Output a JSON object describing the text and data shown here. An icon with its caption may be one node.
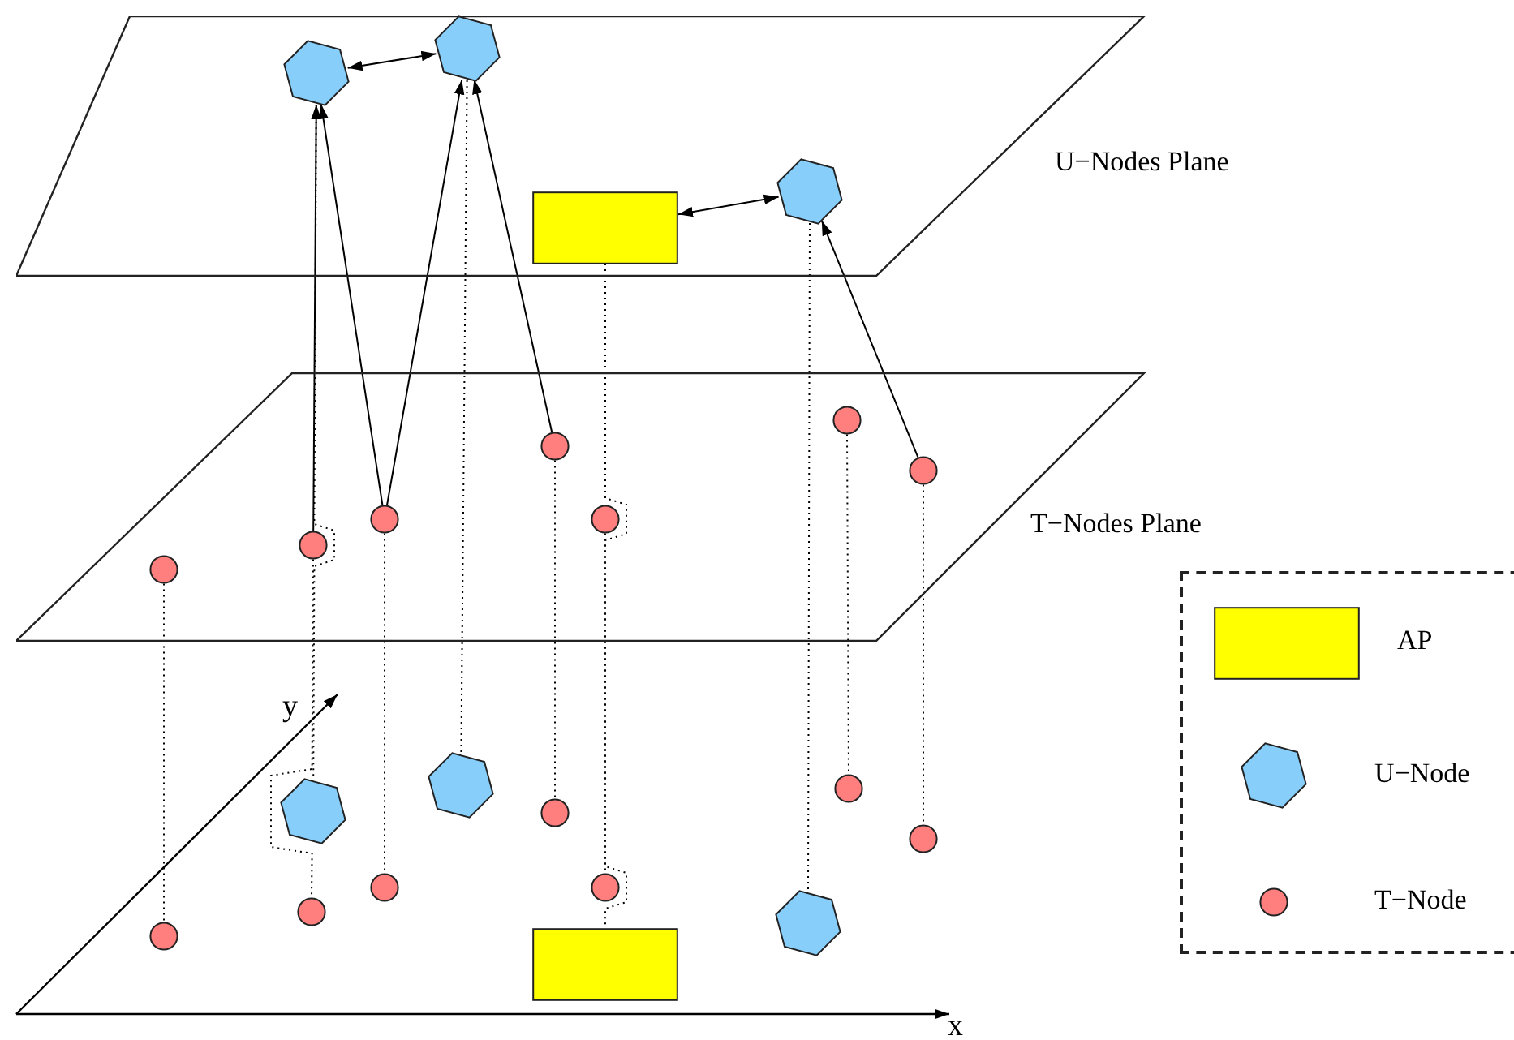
{
  "diagram": {
    "nodes": [
      {
        "text": [
          "U−Nodes Plane"
        ]
      },
      {
        "text": [],
        "shape": "hexagon",
        "in": 0
      },
      {
        "text": [],
        "shape": "hexagon",
        "in": 0
      },
      {
        "text": [],
        "shape": "box",
        "in": 0
      },
      {
        "text": [],
        "shape": "hexagon",
        "in": 0
      },
      {
        "text": [
          "T−Nodes Plane"
        ]
      },
      {
        "text": [],
        "shape": "circle",
        "in": 5
      },
      {
        "text": [],
        "shape": "circle",
        "in": 5
      },
      {
        "text": [],
        "shape": "circle",
        "in": 5
      },
      {
        "text": [],
        "shape": "circle",
        "in": 5
      },
      {
        "text": [],
        "shape": "circle",
        "in": 5
      },
      {
        "text": [],
        "shape": "circle",
        "in": 5
      },
      {
        "text": [],
        "shape": "circle",
        "in": 5
      },
      {
        "text": [],
        "shape": "circle"
      },
      {
        "text": [],
        "shape": "hexagon"
      },
      {
        "text": [],
        "shape": "circle"
      },
      {
        "text": [],
        "shape": "circle"
      },
      {
        "text": [],
        "shape": "hexagon"
      },
      {
        "text": [],
        "shape": "circle"
      },
      {
        "text": [],
        "shape": "circle"
      },
      {
        "text": [],
        "shape": "box"
      },
      {
        "text": [],
        "shape": "hexagon"
      },
      {
        "text": [],
        "shape": "circle"
      },
      {
        "text": [],
        "shape": "circle"
      }
    ],
    "edges": [
      {
        "from": 1,
        "to": 2,
        "arrow": "both"
      },
      {
        "from": 3,
        "to": 4,
        "arrow": "both"
      },
      {
        "from": 7,
        "to": 1,
        "arrow": "to"
      },
      {
        "from": 8,
        "to": 1,
        "arrow": "to"
      },
      {
        "from": 8,
        "to": 2,
        "arrow": "to"
      },
      {
        "from": 9,
        "to": 2,
        "arrow": "to"
      },
      {
        "from": 12,
        "to": 4,
        "arrow": "to"
      },
      {
        "from": 1,
        "to": 14,
        "arrow": "none",
        "style": "dashed"
      },
      {
        "from": 2,
        "to": 17,
        "arrow": "none",
        "style": "dashed"
      },
      {
        "from": 3,
        "to": 20,
        "arrow": "none",
        "style": "dashed"
      },
      {
        "from": 4,
        "to": 21,
        "arrow": "none",
        "style": "dashed"
      },
      {
        "from": 6,
        "to": 13,
        "arrow": "none",
        "style": "dashed"
      },
      {
        "from": 7,
        "to": 15,
        "arrow": "none",
        "style": "dashed"
      },
      {
        "from": 8,
        "to": 16,
        "arrow": "none",
        "style": "dashed"
      },
      {
        "from": 9,
        "to": 18,
        "arrow": "none",
        "style": "dashed"
      },
      {
        "from": 10,
        "to": 19,
        "arrow": "none",
        "style": "dashed"
      },
      {
        "from": 11,
        "to": 22,
        "arrow": "none",
        "style": "dashed"
      },
      {
        "from": 12,
        "to": 23,
        "arrow": "none",
        "style": "dashed"
      }
    ],
    "labels": [
      "y",
      "x"
    ],
    "legend": [
      {
        "text": "AP",
        "color": "#ffff00"
      },
      {
        "text": "U−Node"
      },
      {
        "text": "T−Node"
      }
    ]
  }
}
